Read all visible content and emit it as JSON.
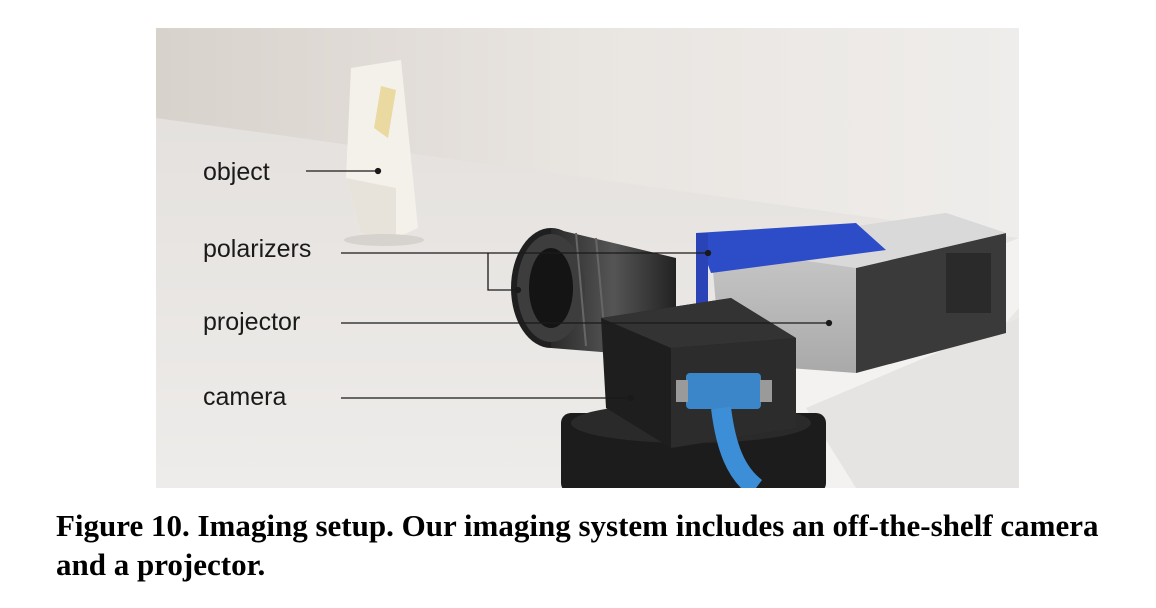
{
  "figure": {
    "labels": {
      "object": "object",
      "polarizers": "polarizers",
      "projector": "projector",
      "camera": "camera"
    },
    "caption": "Figure 10.  Imaging setup. Our imaging system includes an off-the-shelf camera and a projector."
  }
}
